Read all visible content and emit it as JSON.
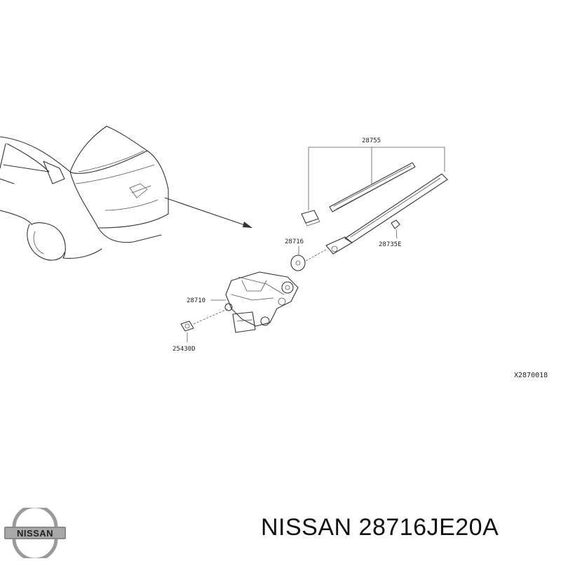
{
  "diagram": {
    "part_labels": {
      "blade_assembly": "28755",
      "nut_arm": "28735E",
      "cap": "28716",
      "motor": "28710",
      "grommet": "25430D"
    },
    "reference_code": "X2870018"
  },
  "caption": {
    "brand": "NISSAN",
    "part_number": "28716JE20A"
  },
  "logo": {
    "text": "NISSAN"
  }
}
